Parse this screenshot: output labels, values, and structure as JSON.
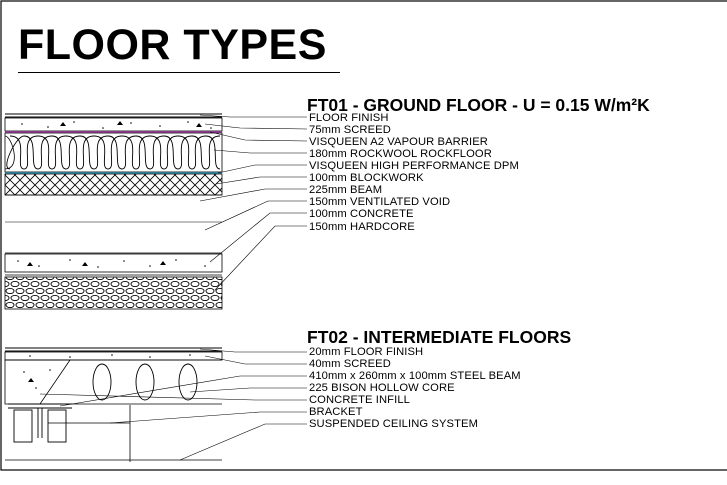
{
  "title": "FLOOR TYPES",
  "sections": [
    {
      "id": "FT01",
      "heading": "FT01 - GROUND FLOOR - U = 0.15 W/m²K",
      "layers": [
        "FLOOR FINISH",
        "75mm SCREED",
        "VISQUEEN A2 VAPOUR BARRIER",
        "180mm ROCKWOOL ROCKFLOOR",
        "VISQUEEN HIGH PERFORMANCE DPM",
        "100mm BLOCKWORK",
        "225mm BEAM",
        "150mm VENTILATED VOID",
        "100mm CONCRETE",
        "150mm HARDCORE"
      ]
    },
    {
      "id": "FT02",
      "heading": "FT02 - INTERMEDIATE FLOORS",
      "layers": [
        "20mm FLOOR FINISH",
        "40mm SCREED",
        "410mm x 260mm x 100mm STEEL BEAM",
        "225 BISON HOLLOW CORE",
        "CONCRETE INFILL",
        "BRACKET",
        "SUSPENDED CEILING SYSTEM"
      ]
    }
  ],
  "colors": {
    "ink": "#000000",
    "vapour_barrier": "#c040c0",
    "dpm": "#2aa6c8"
  }
}
